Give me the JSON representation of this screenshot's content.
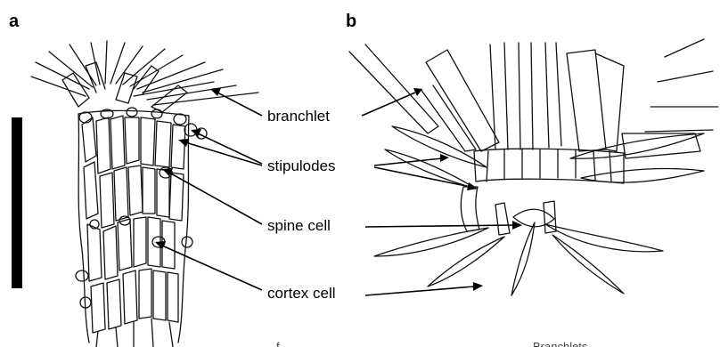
{
  "panels": {
    "a": {
      "letter": "a"
    },
    "b": {
      "letter": "b"
    }
  },
  "labels": {
    "branchlet": "branchlet",
    "stipulodes": "stipulodes",
    "spine_cell": "spine cell",
    "cortex_cell": "cortex cell"
  },
  "bottom_fragments": {
    "left": "f",
    "right": "Branchlets"
  }
}
